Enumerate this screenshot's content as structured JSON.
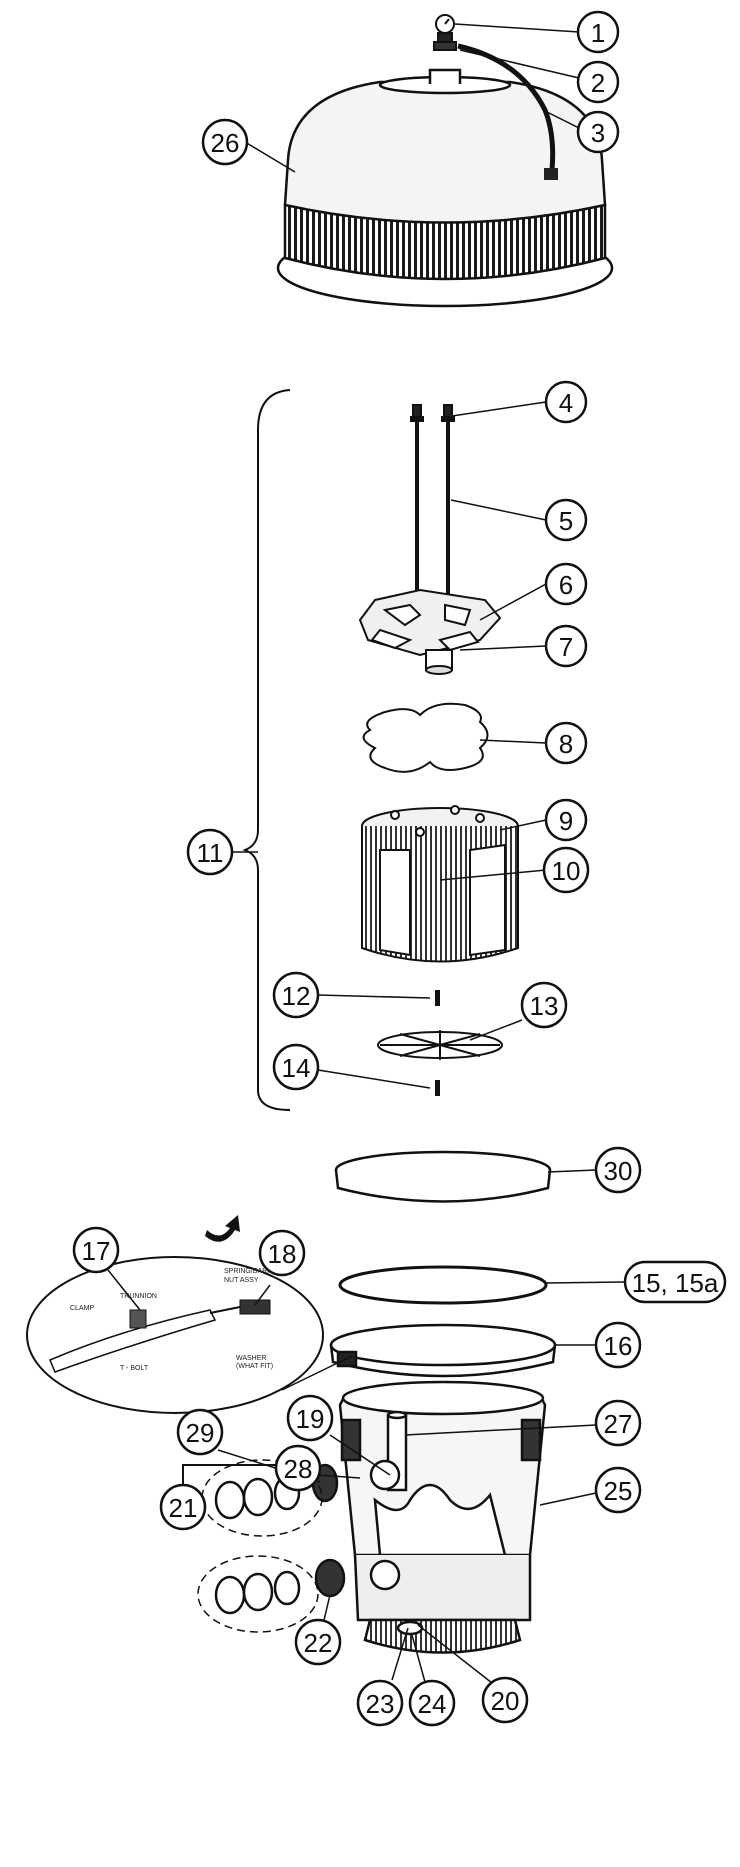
{
  "callouts": {
    "c1": "1",
    "c2": "2",
    "c3": "3",
    "c26": "26",
    "c4": "4",
    "c5": "5",
    "c6": "6",
    "c7": "7",
    "c8": "8",
    "c9": "9",
    "c10": "10",
    "c11": "11",
    "c12": "12",
    "c13": "13",
    "c14": "14",
    "c30": "30",
    "c15": "15, 15a",
    "c16": "16",
    "c17": "17",
    "c18": "18",
    "c19": "19",
    "c27": "27",
    "c29": "29",
    "c28": "28",
    "c21": "21",
    "c25": "25",
    "c22": "22",
    "c23": "23",
    "c24": "24",
    "c20": "20"
  },
  "inset": {
    "spring_barrel": "SPRING/BARREL",
    "nut_assy": "NUT ASSY",
    "trunnion": "TRUNNION",
    "clamp": "CLAMP",
    "t_bolt": "T - BOLT",
    "washer": "WASHER",
    "washer_sub": "(WHAT FIT)"
  }
}
